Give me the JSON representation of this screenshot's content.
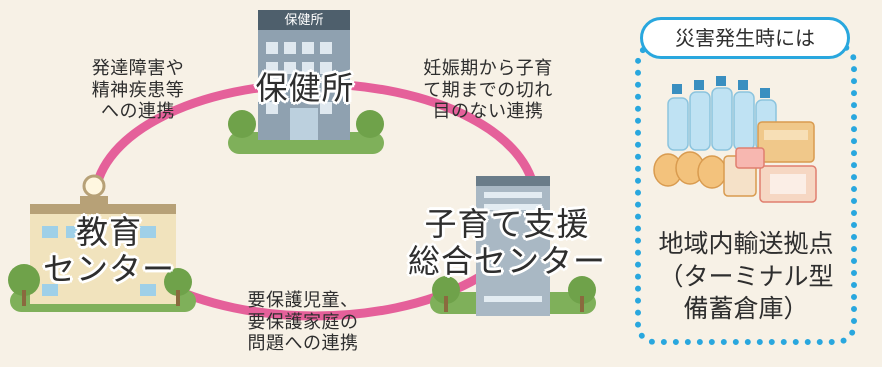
{
  "nodes": {
    "health_center": "保健所",
    "education_center": "教育\nセンター",
    "childcare_center": "子育て支援\n総合センター"
  },
  "links": {
    "health_education": "発達障害や\n精神疾患等\nへの連携",
    "health_childcare": "妊娠期から子育\nて期までの切れ\n目のない連携",
    "education_childcare": "要保護児童、\n要保護家庭の\n問題への連携"
  },
  "building_sign": "保健所",
  "disaster": {
    "title": "災害発生時には",
    "label": "地域内輸送拠点\n（ターミナル型\n備蓄倉庫）"
  },
  "colors": {
    "background": "#f7f1e6",
    "ring": "#e5609a",
    "dotted_border": "#29a7de"
  }
}
